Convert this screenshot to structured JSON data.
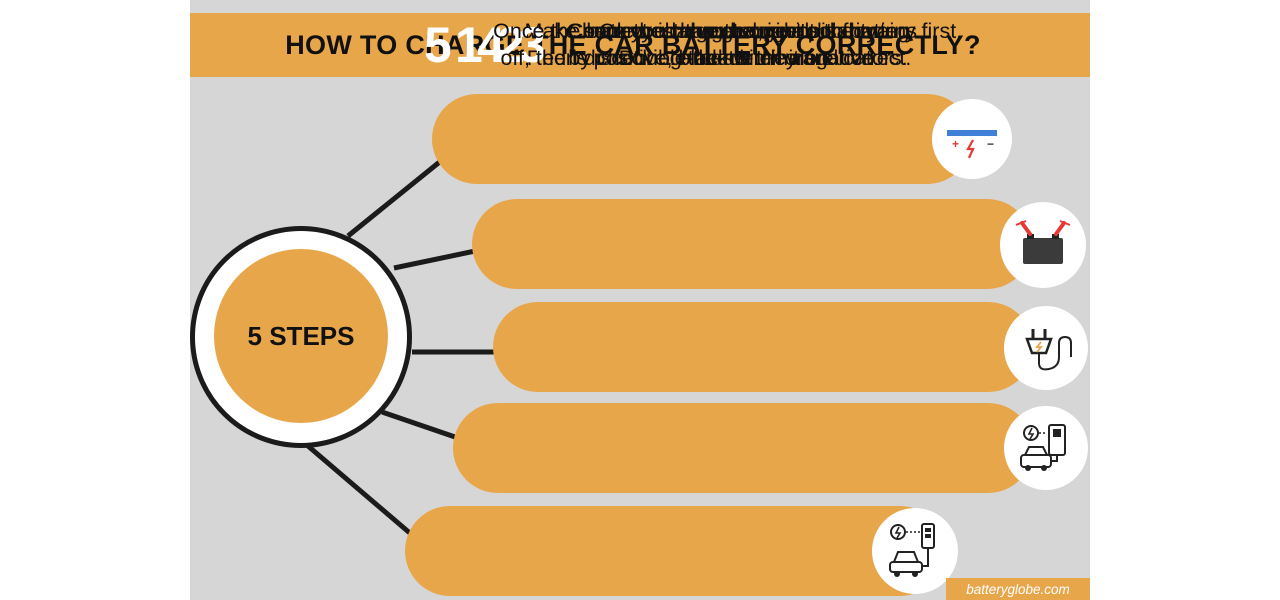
{
  "title": "HOW TO CHARGE THE CAR BATTERY CORRECTLY?",
  "hub": {
    "label": "5 STEPS"
  },
  "steps": [
    {
      "number": "1",
      "line1": "Make sure you have the right polarity.",
      "line2": "Red is positive, black is the negative.",
      "icon": "battery-polarity-icon"
    },
    {
      "number": "2",
      "line1": "Connect charger terminals to battery first.",
      "line2": "Double-check they are correct.",
      "icon": "battery-clamps-icon"
    },
    {
      "number": "3",
      "line1": "Connect the charger to the mains",
      "line2": "and switch it on.",
      "icon": "power-plug-icon"
    },
    {
      "number": "4",
      "line1": "Check the charger current is flowing",
      "line2": "by checking the meter or indicators.",
      "icon": "charger-meter-icon"
    },
    {
      "number": "5",
      "line1": "Once the battery is charged, switch",
      "line2": "off, then disconnect the terminals.",
      "icon": "car-charging-icon"
    }
  ],
  "watermark": "batteryglobe.com",
  "colors": {
    "accent": "#e8a64a",
    "background": "#d6d6d6",
    "text": "#111111",
    "positive": "#e53935",
    "battery_blue": "#3f7fd8"
  }
}
